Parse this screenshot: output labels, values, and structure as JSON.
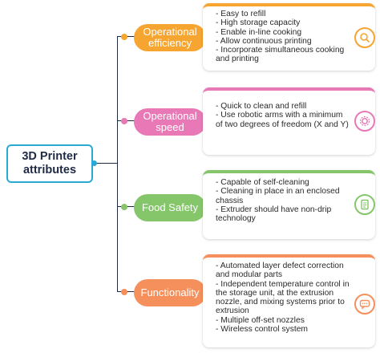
{
  "root": {
    "line1": "3D Printer",
    "line2": "attributes",
    "color": "#2aa9d4"
  },
  "categories": [
    {
      "line1": "Operational",
      "line2": "efficiency",
      "color": "#f7a531",
      "icon": "search-icon",
      "items": [
        "Easy to refill",
        "High storage capacity",
        "Enable in-line cooking",
        "Allow continuous printing",
        "Incorporate simultaneous cooking and printing"
      ]
    },
    {
      "line1": "Operational",
      "line2": "speed",
      "color": "#e879b6",
      "icon": "gear-icon",
      "items": [
        "Quick to clean and refill",
        "Use robotic arms with a minimum of two degrees of freedom (X and Y)"
      ]
    },
    {
      "line1": "Food Safety",
      "line2": "",
      "color": "#86c66b",
      "icon": "document-icon",
      "items": [
        "Capable of self-cleaning",
        "Cleaning in place in an enclosed chassis",
        "Extruder should have non-drip technology"
      ]
    },
    {
      "line1": "Functionality",
      "line2": "",
      "color": "#f58f5c",
      "icon": "chat-icon",
      "items": [
        "Automated layer defect correction and modular parts",
        "Independent temperature control in the storage unit, at the extrusion nozzle, and mixing systems prior to extrusion",
        "Multiple off-set nozzles",
        "Wireless control system"
      ]
    }
  ]
}
